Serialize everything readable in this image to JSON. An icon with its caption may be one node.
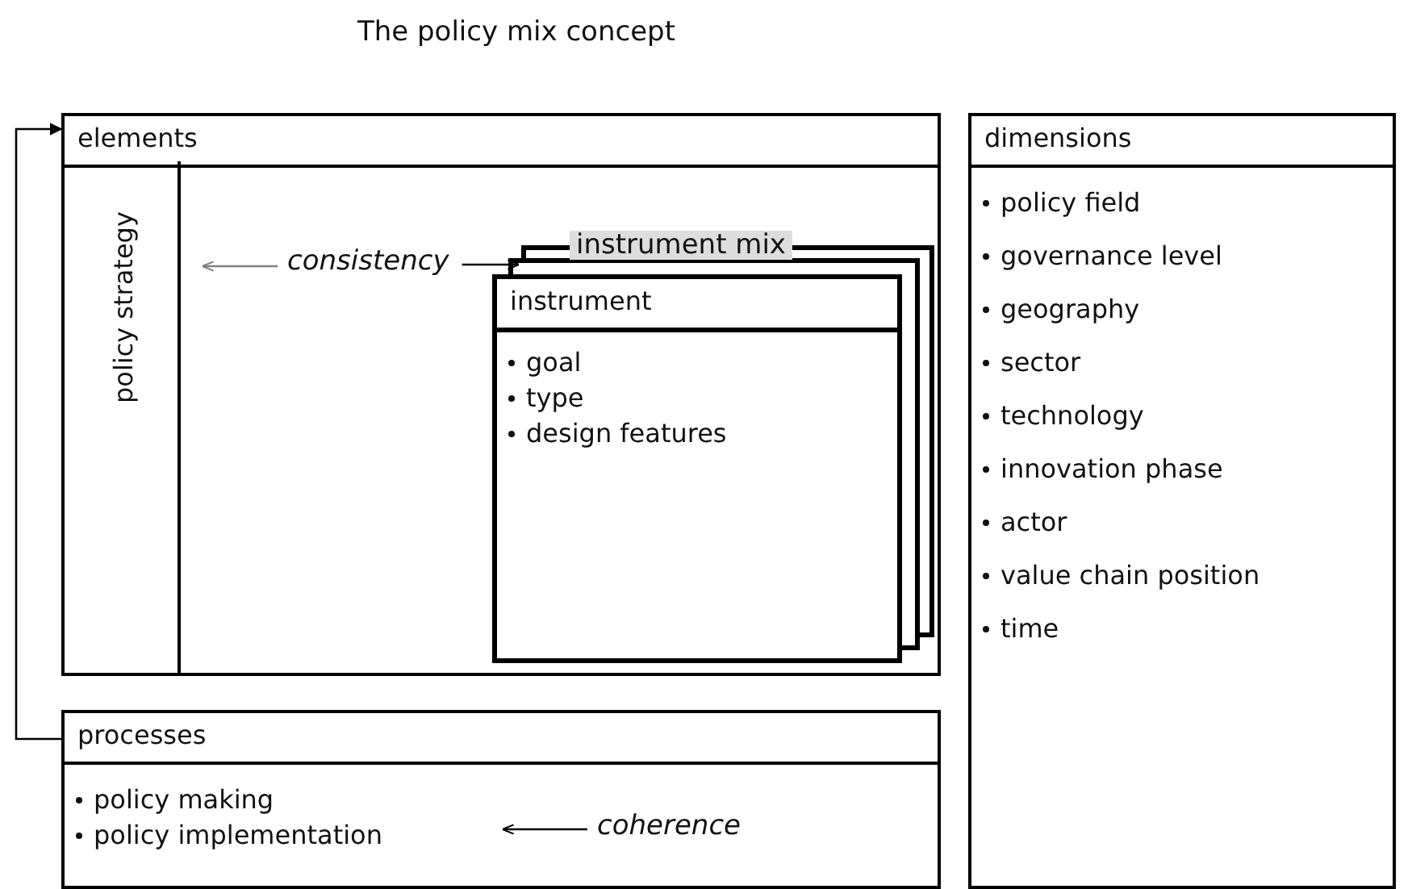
{
  "diagram": {
    "title": "The policy mix concept",
    "nodes": [
      {
        "text": [
          "elements"
        ]
      },
      {
        "text": [
          "policy strategy"
        ],
        "in": 0
      },
      {
        "text": [
          "consistency"
        ],
        "in": 0
      },
      {
        "text": [
          "instrument mix"
        ],
        "in": 0
      },
      {
        "text": [
          "instrument",
          "goal",
          "type",
          "design features"
        ],
        "in": 3
      },
      {
        "text": [
          "processes",
          "policy making",
          "policy implementation"
        ]
      },
      {
        "text": [
          "coherence"
        ],
        "in": 5
      },
      {
        "text": [
          "dimensions",
          "policy field",
          "governance level",
          "geography",
          "sector",
          "technology",
          "innovation phase",
          "actor",
          "value chain position",
          "time"
        ]
      }
    ],
    "edges": [
      {
        "from": 2,
        "to": 1,
        "arrow": "to",
        "color": "#808080"
      },
      {
        "from": 2,
        "to": 3,
        "arrow": "to"
      },
      {
        "from": 6,
        "to": null,
        "arrow": "to"
      },
      {
        "from": 5,
        "to": 0,
        "arrow": "to"
      }
    ]
  }
}
